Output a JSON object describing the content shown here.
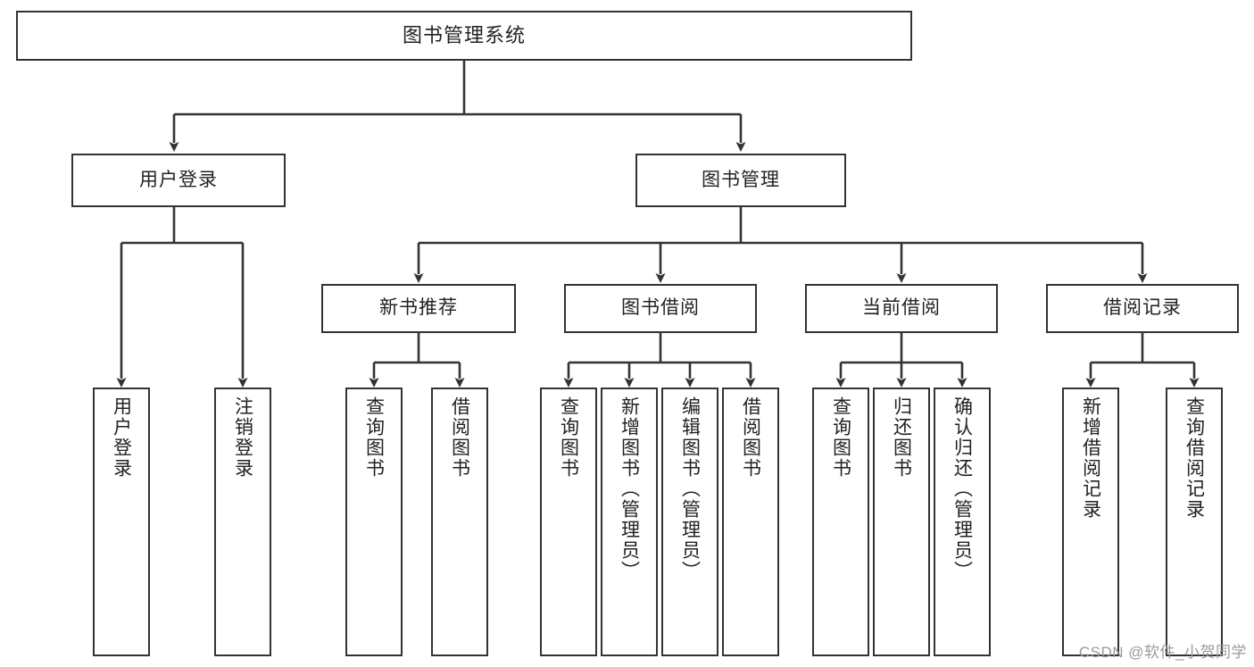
{
  "diagram": {
    "title": "图书管理系统",
    "type": "tree-hierarchy-chart",
    "levels": 4,
    "nodes": {
      "root": {
        "label": "图书管理系统"
      },
      "level2": [
        {
          "id": "user-login",
          "label": "用户登录"
        },
        {
          "id": "book-management",
          "label": "图书管理"
        }
      ],
      "level3": [
        {
          "id": "new-book-recommend",
          "label": "新书推荐"
        },
        {
          "id": "book-borrow",
          "label": "图书借阅"
        },
        {
          "id": "current-borrow",
          "label": "当前借阅"
        },
        {
          "id": "borrow-record",
          "label": "借阅记录"
        }
      ],
      "leaves": [
        {
          "id": "leaf-user-login",
          "label": "用户登录",
          "parent": "user-login"
        },
        {
          "id": "leaf-logout-login",
          "label": "注销登录",
          "parent": "user-login"
        },
        {
          "id": "leaf-query-book-1",
          "label": "查询图书",
          "parent": "new-book-recommend"
        },
        {
          "id": "leaf-borrow-book-1",
          "label": "借阅图书",
          "parent": "new-book-recommend"
        },
        {
          "id": "leaf-query-book-2",
          "label": "查询图书",
          "parent": "book-borrow"
        },
        {
          "id": "leaf-add-book",
          "label": "新增图书（管理员）",
          "parent": "book-borrow"
        },
        {
          "id": "leaf-edit-book",
          "label": "编辑图书（管理员）",
          "parent": "book-borrow"
        },
        {
          "id": "leaf-borrow-book-2",
          "label": "借阅图书",
          "parent": "book-borrow"
        },
        {
          "id": "leaf-query-book-3",
          "label": "查询图书",
          "parent": "current-borrow"
        },
        {
          "id": "leaf-return-book",
          "label": "归还图书",
          "parent": "current-borrow"
        },
        {
          "id": "leaf-confirm-return",
          "label": "确认归还（管理员）",
          "parent": "current-borrow"
        },
        {
          "id": "leaf-add-record",
          "label": "新增借阅记录",
          "parent": "borrow-record"
        },
        {
          "id": "leaf-query-record",
          "label": "查询借阅记录",
          "parent": "borrow-record"
        }
      ]
    },
    "colors": {
      "stroke": "#333333",
      "text": "#222222",
      "background": "#ffffff",
      "watermark": "#9a9a9a"
    }
  },
  "watermark": {
    "text": "CSDN @软件_小贺同学"
  }
}
